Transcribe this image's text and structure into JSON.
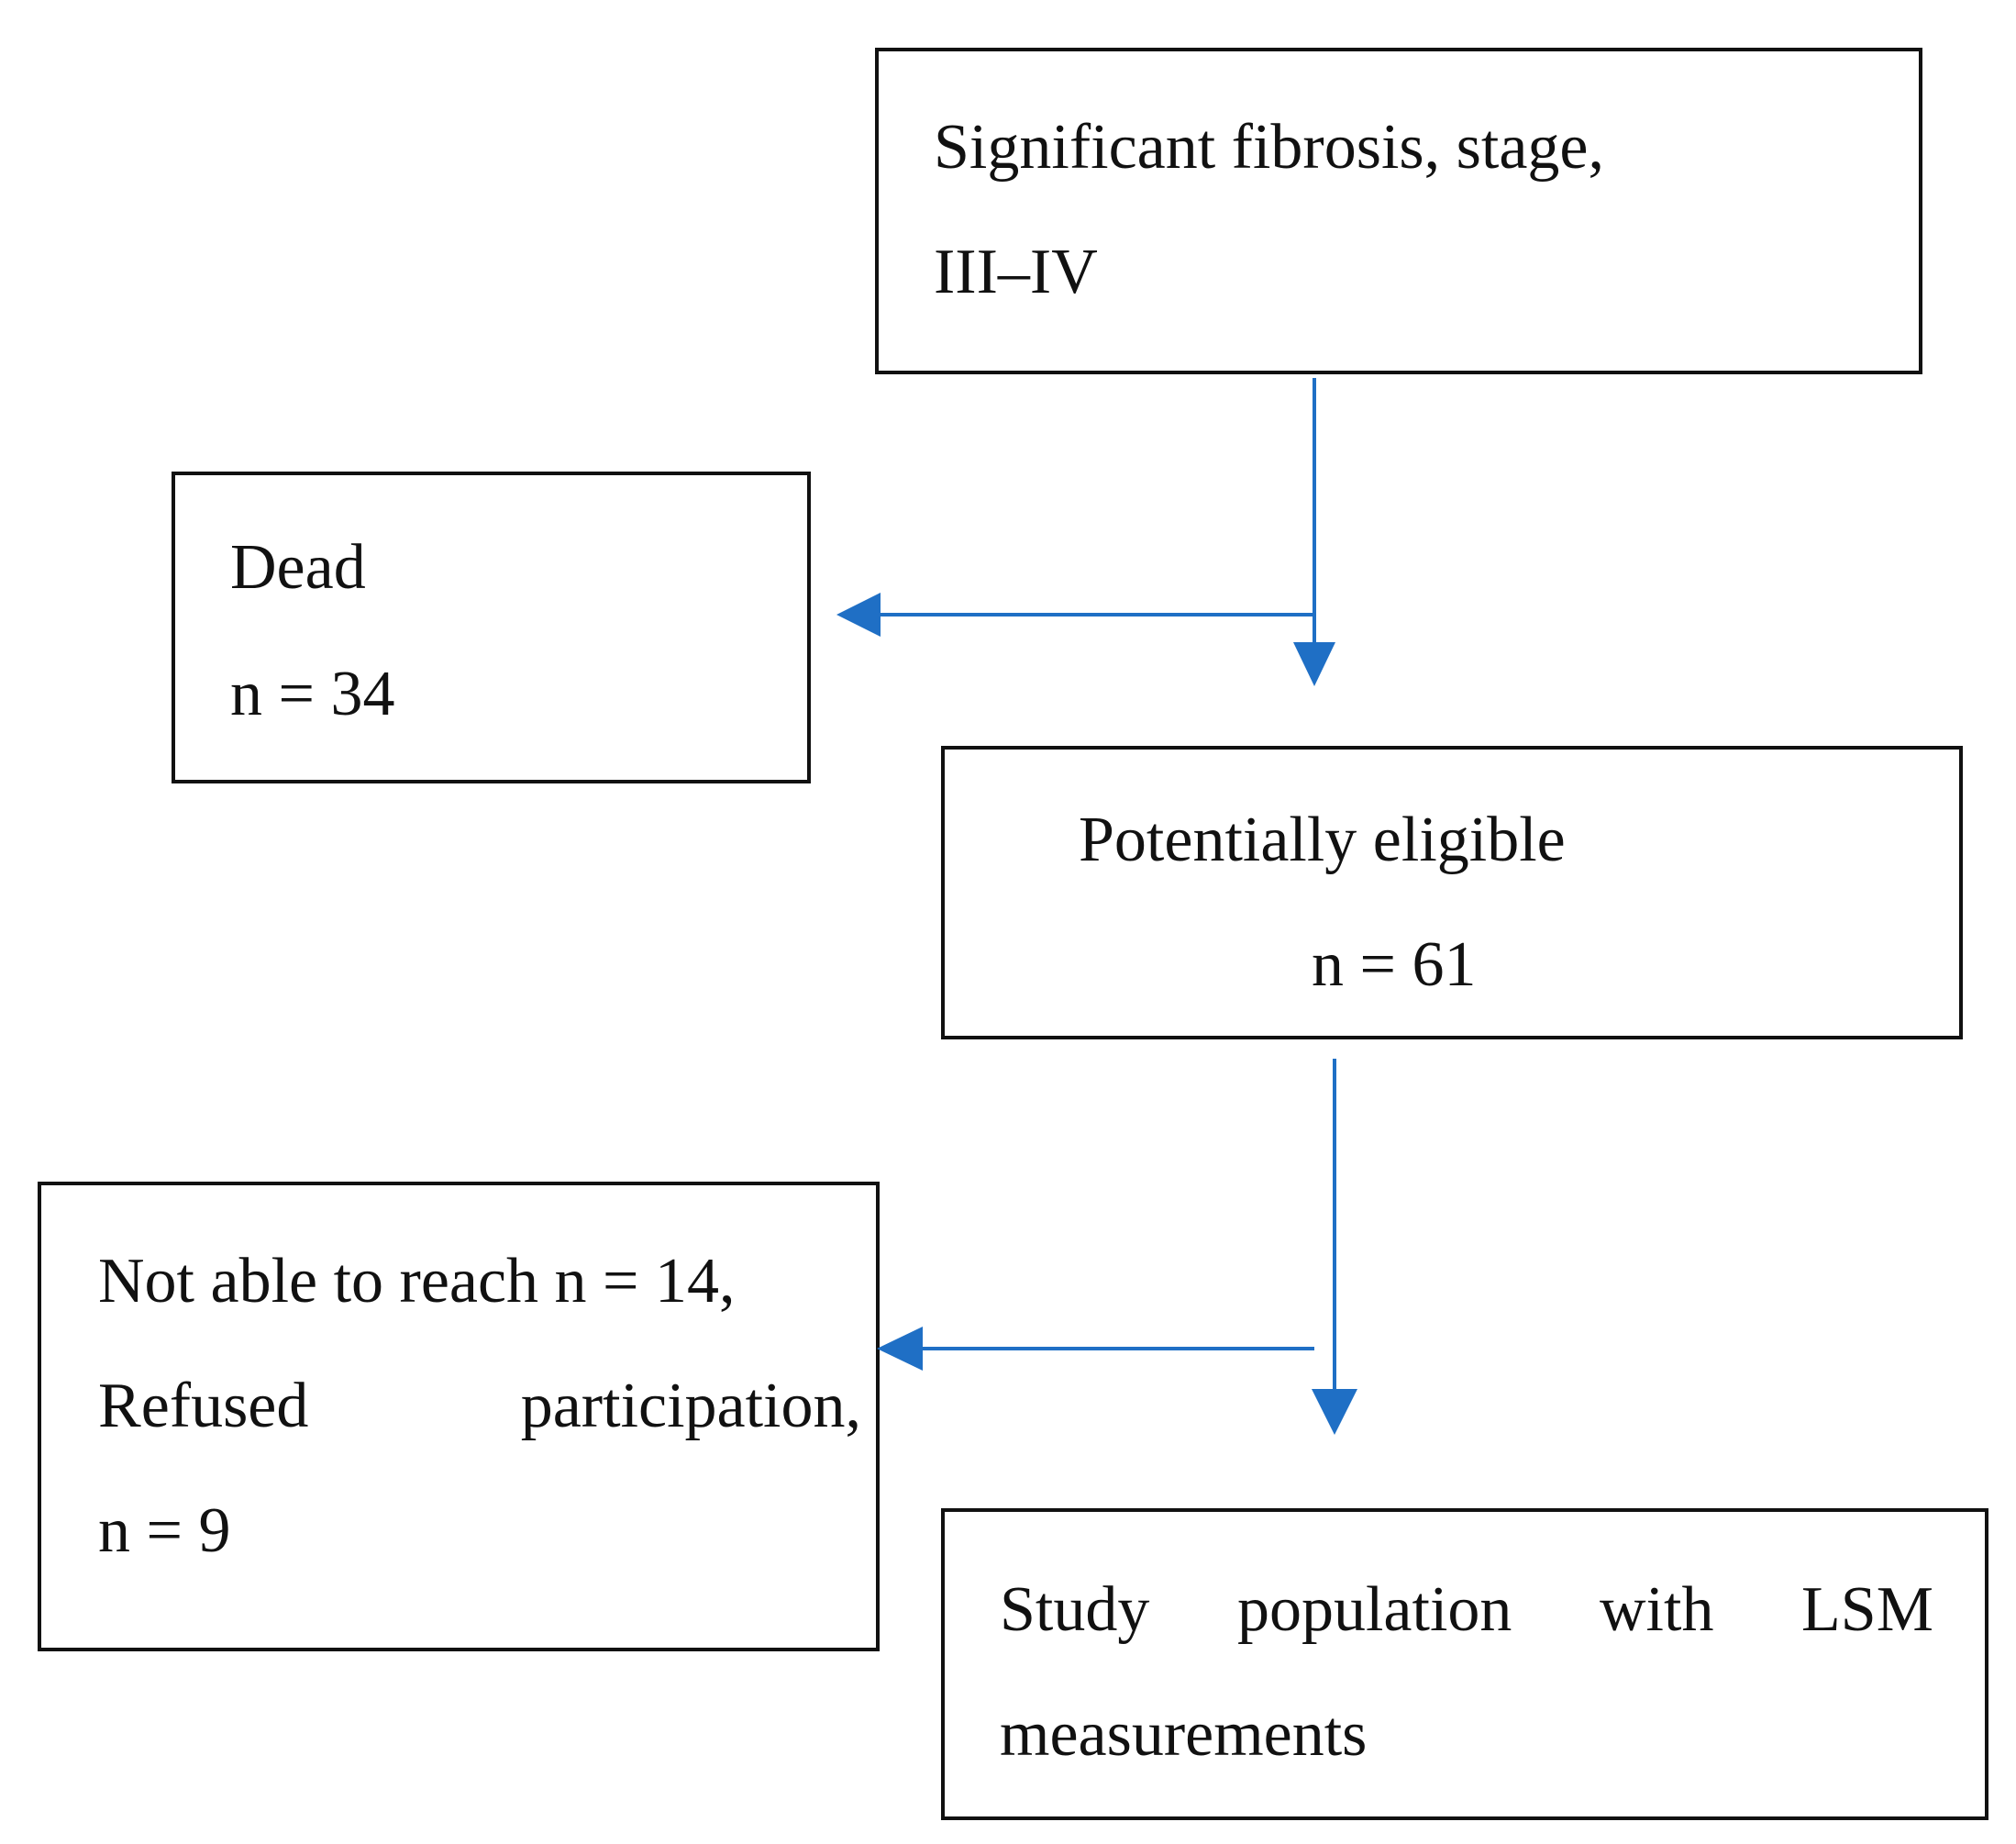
{
  "boxes": {
    "fibrosis": {
      "line1": "Significant fibrosis, stage,",
      "line2": "III–IV"
    },
    "dead": {
      "line1": "Dead",
      "line2": "n = 34"
    },
    "eligible": {
      "line1": "Potentially eligible",
      "line2": "n = 61"
    },
    "excluded": {
      "line1": "Not able to reach n = 14,",
      "line2_words": [
        "Refused",
        "participation,"
      ],
      "line3": "n = 9"
    },
    "study": {
      "line1_words": [
        "Study",
        "population",
        "with",
        "LSM"
      ],
      "line2": "measurements"
    }
  },
  "colors": {
    "arrow": "#1f6fc5",
    "border": "#111111"
  }
}
